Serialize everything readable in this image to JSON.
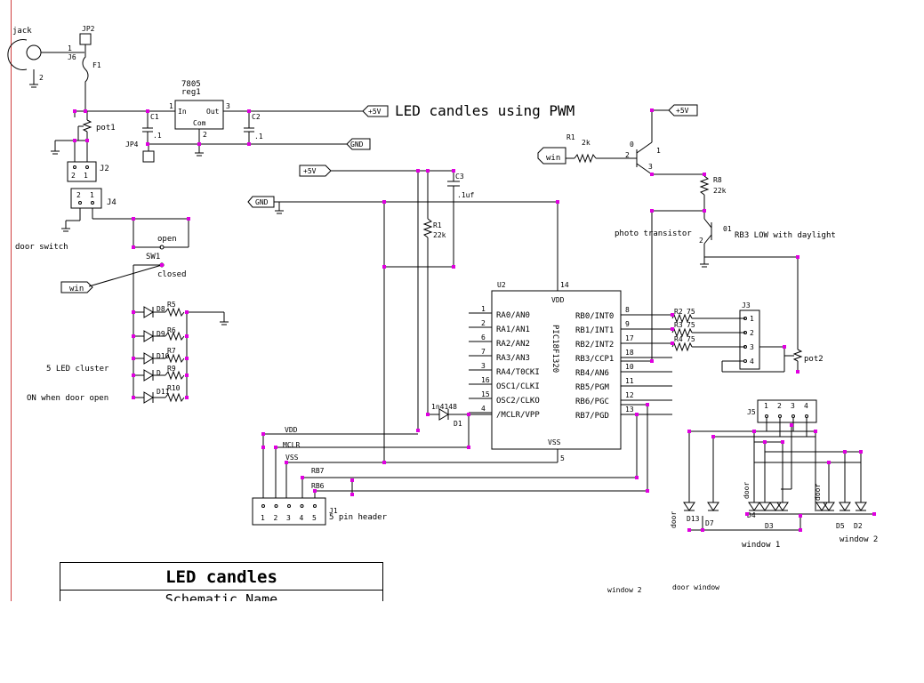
{
  "diagram": {
    "title": "LED candles using PWM",
    "colors": {
      "wire": "#000000",
      "node": "#e000e0",
      "edge": "#d04040"
    },
    "jack": {
      "label": "jack",
      "pin1": "1",
      "pin2": "2",
      "ref": "J6"
    },
    "jp2": "JP2",
    "fuse": "F1",
    "reg": {
      "part": "7805",
      "ref": "reg1",
      "in": "In",
      "out": "Out",
      "com": "Com",
      "p1": "1",
      "p2": "2",
      "p3": "3"
    },
    "c1": {
      "ref": "C1",
      "val": ".1"
    },
    "c2": {
      "ref": "C2",
      "val": ".1"
    },
    "c3": {
      "ref": "C3",
      "val": ".1uf"
    },
    "pot1": "pot1",
    "pot2": "pot2",
    "jp4": "JP4",
    "j2": {
      "ref": "J2",
      "a": "2",
      "b": "1"
    },
    "j4": {
      "ref": "J4",
      "a": "2",
      "b": "1"
    },
    "plus5": "+5V",
    "gnd": "GND",
    "win": "win",
    "door_switch": "door switch",
    "sw1": {
      "ref": "SW1",
      "open": "open",
      "closed": "closed"
    },
    "leds": {
      "d8": "D8",
      "d9": "D9",
      "d10": "D10",
      "d": "D",
      "d11": "D11",
      "r5": "R5",
      "r6": "R6",
      "r7": "R7",
      "r9": "R9",
      "r10": "R10",
      "cluster": "5 LED cluster",
      "note": "ON when door open"
    },
    "r1": {
      "ref": "R1",
      "val": "22k"
    },
    "r1b": {
      "ref": "R1",
      "val": "2k"
    },
    "r8": {
      "ref": "R8",
      "val": "22k"
    },
    "q0": {
      "ref": "0",
      "p1": "1",
      "p2": "2",
      "p3": "3"
    },
    "q1": {
      "ref": "01",
      "p2": "2"
    },
    "photo": "photo transistor",
    "rb3note": "RB3 LOW with daylight",
    "u2": {
      "ref": "U2",
      "part": "PIC18F1320",
      "vdd": "VDD",
      "vss": "VSS",
      "pin14": "14",
      "pin5": "5",
      "left": [
        {
          "num": "1",
          "name": "RA0/AN0"
        },
        {
          "num": "2",
          "name": "RA1/AN1"
        },
        {
          "num": "6",
          "name": "RA2/AN2"
        },
        {
          "num": "7",
          "name": "RA3/AN3"
        },
        {
          "num": "3",
          "name": "RA4/T0CKI"
        },
        {
          "num": "16",
          "name": "OSC1/CLKI"
        },
        {
          "num": "15",
          "name": "OSC2/CLKO"
        },
        {
          "num": "4",
          "name": "/MCLR/VPP"
        }
      ],
      "right": [
        {
          "num": "8",
          "name": "RB0/INT0"
        },
        {
          "num": "9",
          "name": "RB1/INT1"
        },
        {
          "num": "17",
          "name": "RB2/INT2"
        },
        {
          "num": "18",
          "name": "RB3/CCP1"
        },
        {
          "num": "10",
          "name": "RB4/AN6"
        },
        {
          "num": "11",
          "name": "RB5/PGM"
        },
        {
          "num": "12",
          "name": "RB6/PGC"
        },
        {
          "num": "13",
          "name": "RB7/PGD"
        }
      ]
    },
    "r2": "R2",
    "r3": "R3",
    "r4": "R4",
    "r75": "75",
    "j3": {
      "ref": "J3",
      "p1": "1",
      "p2": "2",
      "p3": "3",
      "p4": "4"
    },
    "d1": {
      "part": "1n4148",
      "ref": "D1"
    },
    "hdr": {
      "ref": "J1",
      "label": "5 pin header",
      "vdd": "VDD",
      "mclr": "MCLR",
      "vss": "VSS",
      "rb7": "RB7",
      "rb6": "RB6",
      "pins": [
        "1",
        "2",
        "3",
        "4",
        "5"
      ]
    },
    "j5": {
      "ref": "J5",
      "pins": [
        "1",
        "2",
        "3",
        "4"
      ]
    },
    "win_leds": {
      "door": "door",
      "d3": "D3",
      "d4": "D4",
      "d5": "D5",
      "d2": "D2",
      "d7": "D7",
      "d13": "D13",
      "window1": "window 1",
      "window2": "window 2"
    },
    "bottom": {
      "window2": "window 2",
      "doorwindow": "door window"
    }
  },
  "title_block": {
    "title": "LED candles",
    "subtitle": "Schematic Name"
  }
}
